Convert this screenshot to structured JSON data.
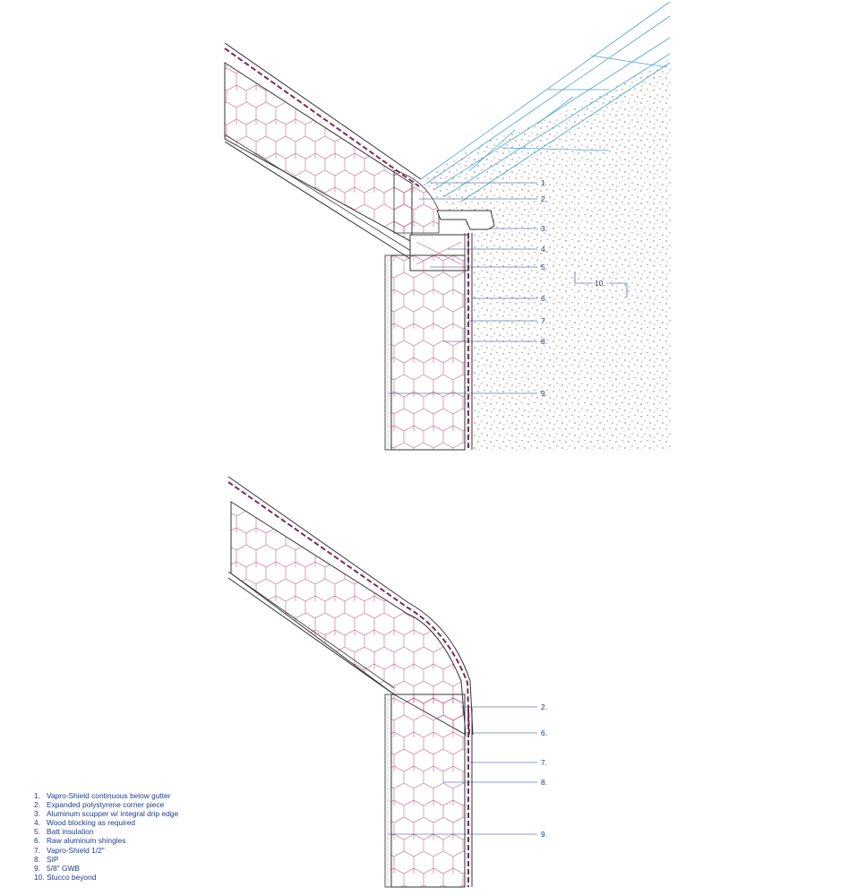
{
  "top_callouts": [
    {
      "id": "1",
      "text": "1."
    },
    {
      "id": "2",
      "text": "2."
    },
    {
      "id": "3",
      "text": "3."
    },
    {
      "id": "4",
      "text": "4."
    },
    {
      "id": "5",
      "text": "5."
    },
    {
      "id": "6",
      "text": "6."
    },
    {
      "id": "7",
      "text": "7."
    },
    {
      "id": "8",
      "text": "8."
    },
    {
      "id": "9",
      "text": "9."
    },
    {
      "id": "10",
      "text": "10."
    }
  ],
  "bottom_callouts": [
    {
      "id": "2",
      "text": "2."
    },
    {
      "id": "6",
      "text": "6."
    },
    {
      "id": "7",
      "text": "7."
    },
    {
      "id": "8",
      "text": "8."
    },
    {
      "id": "9",
      "text": "9."
    }
  ],
  "legend": [
    {
      "num": "1.",
      "text": "Vapro-Shield continuous below gutter"
    },
    {
      "num": "2.",
      "text": "Expanded polystyrene corner piece"
    },
    {
      "num": "3.",
      "text": "Aluminum scupper w/ integral drip edge"
    },
    {
      "num": "4.",
      "text": "Wood blocking as required"
    },
    {
      "num": "5.",
      "text": "Batt insulation"
    },
    {
      "num": "6.",
      "text": "Raw aluminum shingles"
    },
    {
      "num": "7.",
      "text": "Vapro-Shield 1/2\""
    },
    {
      "num": "8.",
      "text": "SIP"
    },
    {
      "num": "9.",
      "text": "5/8\" GWB"
    },
    {
      "num": "10.",
      "text": "Stucco beyond"
    }
  ],
  "colors": {
    "callout": "#1f3d8a",
    "insulation": "#b0306a",
    "membrane": "#7a2a5a",
    "structure": "#333333",
    "roof_lines": "#4aa3d8"
  }
}
